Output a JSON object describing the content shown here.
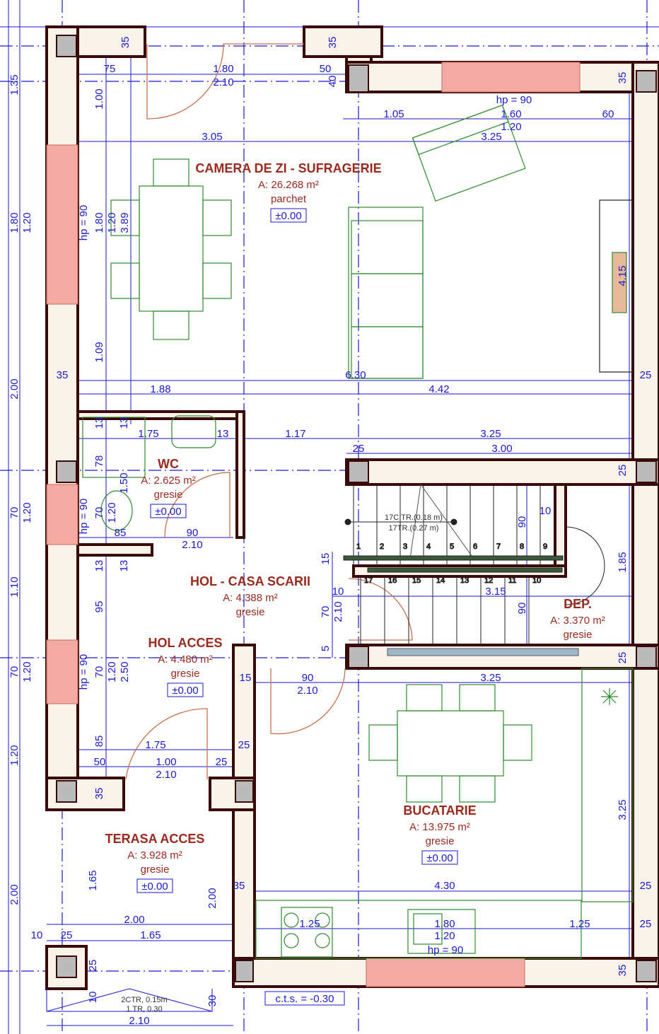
{
  "colors": {
    "dimension": "#1a1ad0",
    "room_label": "#9b2a1e",
    "wall_outline": "#3a0a0a",
    "insulation": "#e8b89a",
    "window": "#f2aaa2",
    "furniture": "#2e8b2e"
  },
  "rooms": [
    {
      "name": "CAMERA DE ZI - SUFRAGERIE",
      "area": "A: 26.268 m²",
      "finish": "parchet",
      "level": "±0.00"
    },
    {
      "name": "WC",
      "area": "A: 2.625 m²",
      "finish": "gresie",
      "level": "±0.00"
    },
    {
      "name": "HOL - CASA SCARII",
      "area": "A: 4.388 m²",
      "finish": "gresie"
    },
    {
      "name": "HOL ACCES",
      "area": "A: 4.480 m²",
      "finish": "gresie",
      "level": "±0.00"
    },
    {
      "name": "DEP.",
      "area": "A: 3.370 m²",
      "finish": "gresie"
    },
    {
      "name": "BUCATARIE",
      "area": "A: 13.975 m²",
      "finish": "gresie",
      "level": "±0.00"
    },
    {
      "name": "TERASA ACCES",
      "area": "A: 3.928 m²",
      "finish": "gresie",
      "level": "±0.00"
    }
  ],
  "stair": {
    "risers": "17C.TR.(0.18 m)",
    "treads": "17TR.(0.27 m)",
    "steps_up": [
      "1",
      "2",
      "3",
      "4",
      "5",
      "6",
      "7",
      "8",
      "9"
    ],
    "steps_down": [
      "17",
      "16",
      "15",
      "14",
      "13",
      "12",
      "11",
      "10"
    ]
  },
  "terrace_stair": {
    "risers": "2CTR, 0.15m",
    "treads": "1 TR, 0.30"
  },
  "ground_level": "c.t.s. = -0.30",
  "dims": [
    "75",
    "1.80",
    "2.10",
    "50",
    "35",
    "35",
    "40",
    "1.35",
    "1.00",
    "3.05",
    "1.05",
    "1.60",
    "1.20",
    "3.25",
    "60",
    "35",
    "hp = 90",
    "1.80",
    "1.20",
    "hp = 90",
    "1.80",
    "1.20",
    "3.89",
    "1.09",
    "4.15",
    "35",
    "6.30",
    "25",
    "1.88",
    "4.42",
    "2.00",
    "1.75",
    "13",
    "1.17",
    "3.25",
    "25",
    "3.00",
    "13",
    "13",
    "78",
    "1.50",
    "25",
    "70",
    "1.20",
    "hp = 90",
    "70",
    "1.20",
    "85",
    "90",
    "2.10",
    "10",
    "90",
    "13",
    "13",
    "15",
    "10",
    "3.15",
    "1.85",
    "1.10",
    "95",
    "70",
    "2.10",
    "90",
    "5",
    "70",
    "1.20",
    "hp = 90",
    "70",
    "1.20",
    "2.50",
    "25",
    "15",
    "90",
    "2.10",
    "3.25",
    "85",
    "1.75",
    "25",
    "50",
    "1.00",
    "25",
    "2.10",
    "1.20",
    "35",
    "3.25",
    "1.65",
    "2.00",
    "2.00",
    "35",
    "4.30",
    "25",
    "2.00",
    "1.25",
    "1.80",
    "1.20",
    "1,25",
    "25",
    "hp = 90",
    "10",
    "25",
    "1.65",
    "25",
    "35",
    "10",
    "30",
    "2.10"
  ]
}
